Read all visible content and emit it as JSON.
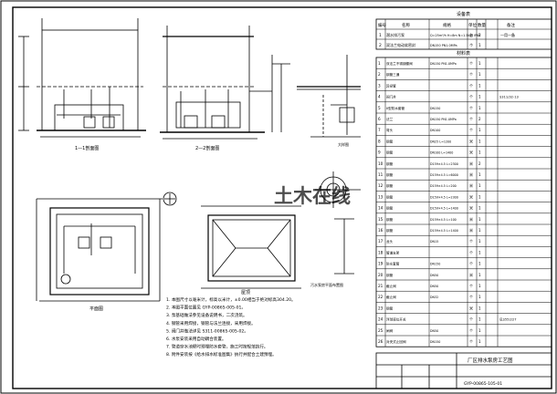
{
  "labels": {
    "section_11": "1—1剖面图",
    "section_22": "2—2剖面图",
    "plan_view": "平面图",
    "roof_view": "屋顶",
    "layout_note": "污水泵房平面布置图",
    "side_small": "大样图"
  },
  "watermark": "土木在线",
  "equipment_table": {
    "title": "设备表",
    "headers": [
      "编号",
      "名称",
      "规格",
      "单位",
      "数量",
      "备注"
    ],
    "rows": [
      {
        "no": "1",
        "name": "潜水排污泵",
        "spec": "Q=25m³/h H=8m N=1.5kW IP68",
        "unit": "台",
        "qty": "2",
        "note": "一用一备"
      },
      {
        "no": "2",
        "name": "双法兰电动软密封",
        "spec": "DN150 PN1.0MPa",
        "unit": "个",
        "qty": "1",
        "note": ""
      }
    ]
  },
  "material_table": {
    "title": "材料表",
    "rows": [
      {
        "no": "1",
        "name": "双法兰不锈钢蝶阀",
        "spec": "DN150 PN1.0MPa",
        "unit": "个",
        "qty": "1",
        "note": ""
      },
      {
        "no": "2",
        "name": "钢管三通",
        "spec": "",
        "unit": "个",
        "qty": "1",
        "note": ""
      },
      {
        "no": "3",
        "name": "异径管",
        "spec": "",
        "unit": "个",
        "qty": "1",
        "note": ""
      },
      {
        "no": "4",
        "name": "阀门井",
        "spec": "",
        "unit": "个",
        "qty": "1",
        "note": "S311/32-13"
      },
      {
        "no": "5",
        "name": "II型防水套管",
        "spec": "DN150",
        "unit": "个",
        "qty": "1",
        "note": ""
      },
      {
        "no": "6",
        "name": "法兰",
        "spec": "DN150 PN1.0MPa",
        "unit": "个",
        "qty": "2",
        "note": ""
      },
      {
        "no": "7",
        "name": "弯头",
        "spec": "DN100",
        "unit": "个",
        "qty": "1",
        "note": ""
      },
      {
        "no": "8",
        "name": "钢管",
        "spec": "DN25 L=1200",
        "unit": "米",
        "qty": "1",
        "note": ""
      },
      {
        "no": "9",
        "name": "钢管",
        "spec": "DN100 L=1400",
        "unit": "米",
        "qty": "1",
        "note": ""
      },
      {
        "no": "10",
        "name": "钢管",
        "spec": "D159×4.5 L=2300",
        "unit": "米",
        "qty": "2",
        "note": ""
      },
      {
        "no": "11",
        "name": "钢管",
        "spec": "D159×4.5 L=6000",
        "unit": "米",
        "qty": "1",
        "note": ""
      },
      {
        "no": "12",
        "name": "钢管",
        "spec": "D159×4.5 L=200",
        "unit": "米",
        "qty": "1",
        "note": ""
      },
      {
        "no": "13",
        "name": "钢管",
        "spec": "D159×4.5 L=2300",
        "unit": "米",
        "qty": "1",
        "note": ""
      },
      {
        "no": "14",
        "name": "钢管",
        "spec": "D159×4.5 L=1400",
        "unit": "米",
        "qty": "1",
        "note": ""
      },
      {
        "no": "15",
        "name": "钢管",
        "spec": "D159×4.5 L=100",
        "unit": "米",
        "qty": "1",
        "note": ""
      },
      {
        "no": "16",
        "name": "钢管",
        "spec": "D159×4.5 L=1400",
        "unit": "米",
        "qty": "1",
        "note": ""
      },
      {
        "no": "17",
        "name": "龙头",
        "spec": "DN15",
        "unit": "个",
        "qty": "1",
        "note": ""
      },
      {
        "no": "18",
        "name": "管道支架",
        "spec": "",
        "unit": "个",
        "qty": "1",
        "note": ""
      },
      {
        "no": "19",
        "name": "防水套管",
        "spec": "DN150",
        "unit": "个",
        "qty": "1",
        "note": ""
      },
      {
        "no": "20",
        "name": "钢管",
        "spec": "DN50",
        "unit": "米",
        "qty": "1",
        "note": ""
      },
      {
        "no": "21",
        "name": "截止阀",
        "spec": "DN50",
        "unit": "个",
        "qty": "1",
        "note": ""
      },
      {
        "no": "22",
        "name": "截止阀",
        "spec": "DN32",
        "unit": "个",
        "qty": "1",
        "note": ""
      },
      {
        "no": "23",
        "name": "钢管",
        "spec": "",
        "unit": "米",
        "qty": "1",
        "note": ""
      },
      {
        "no": "24",
        "name": "浮球液位开关",
        "spec": "",
        "unit": "个",
        "qty": "1",
        "note": "见S552/27"
      },
      {
        "no": "25",
        "name": "闸阀",
        "spec": "DN50",
        "unit": "个",
        "qty": "1",
        "note": ""
      },
      {
        "no": "26",
        "name": "对夹式止回阀",
        "spec": "DN150",
        "unit": "个",
        "qty": "1",
        "note": ""
      }
    ]
  },
  "notes": [
    "1. 本图尺寸以毫米计，标高以米计，±0.00相当于绝对标高304.20。",
    "2. 本图平面位置见 GYP-00865-005-01。",
    "3. 泵基础做法参见设备说明书，二次浇筑。",
    "4. 钢管采用焊接，钢管与法兰连接，采用焊接。",
    "5. 阀门井做法详见 S311-00865-005-02。",
    "6. 水泵安装采用自动耦合装置。",
    "7. 管道穿水池壁时预埋防水套管，施工时按规范执行。",
    "8. 附件安装按《给水排水标准图集》执行并配合土建预埋。"
  ],
  "title_block": {
    "drawing_title": "厂区排水泵房工艺图",
    "drawing_no": "GYP-00865-105-01"
  }
}
